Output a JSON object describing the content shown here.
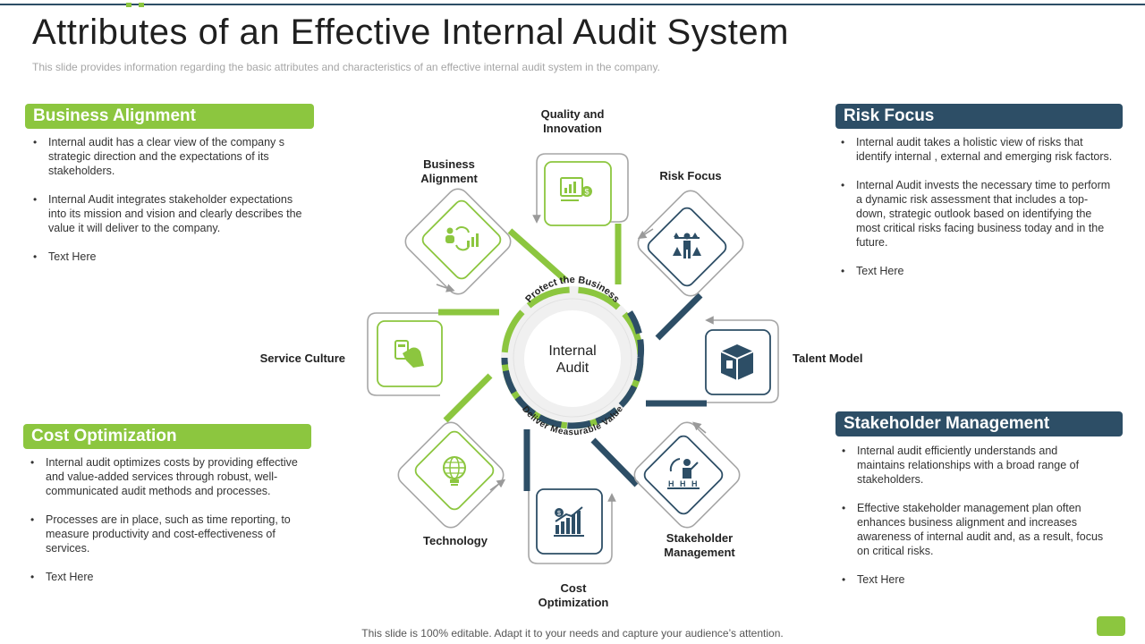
{
  "slide": {
    "title": "Attributes of an Effective Internal Audit System",
    "subtitle": "This slide provides information regarding the basic attributes and characteristics of an effective internal audit system in the company.",
    "footer": "This slide is 100% editable. Adapt it to your needs and capture your audience’s attention."
  },
  "panels": {
    "business_alignment": {
      "title": "Business Alignment",
      "bullets": [
        "Internal audit has a clear view of the company s strategic direction and the expectations of its stakeholders.",
        "Internal Audit integrates stakeholder expectations into its mission and vision  and clearly describes the value  it will deliver to the company.",
        "Text Here"
      ]
    },
    "cost_optimization": {
      "title": "Cost Optimization",
      "bullets": [
        "Internal audit optimizes costs by providing effective  and value-added  services through robust, well-communicated  audit methods and processes.",
        "Processes are in place, such as time reporting, to measure productivity  and cost-effectiveness of services.",
        "Text Here"
      ]
    },
    "risk_focus": {
      "title": "Risk Focus",
      "bullets": [
        "Internal audit takes a holistic view  of risks that identify internal  , external and emerging risk factors.",
        "Internal  Audit invests the necessary time to perform  a dynamic risk assessment that includes a top-down,  strategic outlook based on identifying the most critical risks facing business today and in the future.",
        "Text Here"
      ]
    },
    "stakeholder_management": {
      "title": "Stakeholder Management",
      "bullets": [
        "Internal audit efficiently understands  and maintains relationships  with a broad range  of stakeholders.",
        "Effective  stakeholder management plan often enhances business alignment and increases awareness of internal audit and, as a result, focus on critical risks.",
        "Text Here"
      ]
    }
  },
  "diagram": {
    "center_line1": "Internal",
    "center_line2": "Audit",
    "arc_top": "Protect the Business",
    "arc_bottom": "Deliver Measurable Value",
    "labels": {
      "quality_l1": "Quality and",
      "quality_l2": "Innovation",
      "business_l1": "Business",
      "business_l2": "Alignment",
      "risk": "Risk Focus",
      "service": "Service Culture",
      "talent": "Talent Model",
      "technology": "Technology",
      "stakeholder_l1": "Stakeholder",
      "stakeholder_l2": "Management",
      "cost_l1": "Cost",
      "cost_l2": "Optimization"
    },
    "icons": [
      "quality-chart-icon",
      "business-people-chart-icon",
      "risk-balance-icon",
      "service-hand-card-icon",
      "talent-box-icon",
      "technology-globe-bulb-icon",
      "stakeholder-presenter-icon",
      "cost-growth-chart-icon"
    ],
    "colors": {
      "green": "#8cc63f",
      "navy": "#2d4e66",
      "gray": "#a6a6a6"
    }
  }
}
